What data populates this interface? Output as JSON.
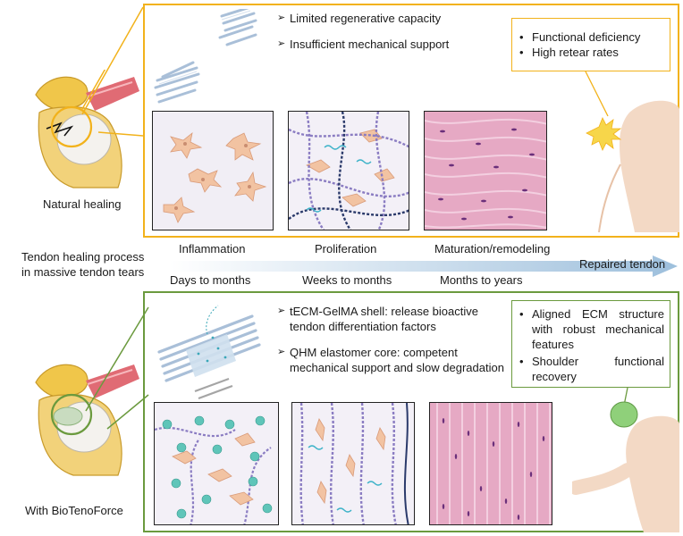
{
  "natural": {
    "label": "Natural healing",
    "problems": [
      "Limited regenerative capacity",
      "Insufficient mechanical support"
    ],
    "outcomes": [
      "Functional deficiency",
      "High retear rates"
    ]
  },
  "timeline": {
    "left_label_line1": "Tendon healing process",
    "left_label_line2": "in massive tendon tears",
    "phases": [
      "Inflammation",
      "Proliferation",
      "Maturation/remodeling"
    ],
    "durations": [
      "Days to months",
      "Weeks to months",
      "Months to years"
    ],
    "end_label": "Repaired tendon"
  },
  "biotenoforce": {
    "label": "With BioTenoForce",
    "features": [
      "tECM-GelMA shell: release bioactive tendon differentiation factors",
      "QHM elastomer core: competent mechanical support and slow degradation"
    ],
    "outcomes": [
      "Aligned ECM structure with robust mechanical features",
      "Shoulder functional recovery"
    ]
  },
  "colors": {
    "natural_frame": "#f2b21b",
    "bio_frame": "#6b9a3e",
    "arrow": "#9dbfdc",
    "cell": "#f2c3a2",
    "tissue": "#e6a9c4"
  }
}
